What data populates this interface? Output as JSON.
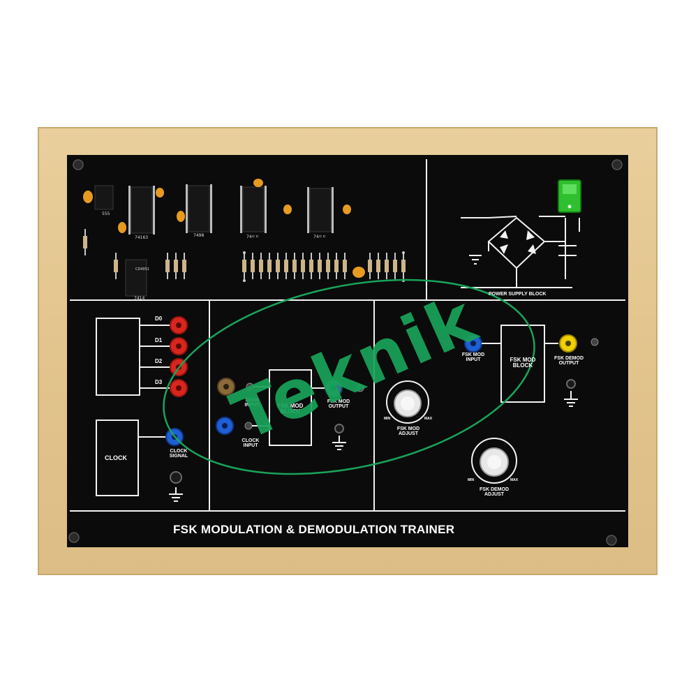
{
  "title": "FSK MODULATION & DEMODULATION TRAINER",
  "watermark": "Teknik",
  "chips": [
    "555",
    "74163",
    "7498",
    "74ㄷㄷ",
    "74ㄷㄷ",
    "7414",
    "CD4051"
  ],
  "power_supply": {
    "label": "POWER SUPPLY BLOCK"
  },
  "data_block": {
    "outputs": [
      "D0",
      "D1",
      "D2",
      "D3"
    ]
  },
  "clock_block": {
    "label": "CLOCK",
    "output_label": "CLOCK SIGNAL"
  },
  "fsk_mod": {
    "block_label": "FSK MOD BLOCK",
    "data_input": "DATA INPUT",
    "clock_input": "CLOCK INPUT",
    "output": "FSK MOD OUTPUT",
    "adjust": "FSK MOD ADJUST",
    "min": "MIN",
    "max": "MAX"
  },
  "fsk_demod": {
    "block_label": "FSK MOD BLOCK",
    "input": "FSK MOD INPUT",
    "output": "FSK DEMOD OUTPUT",
    "adjust": "FSK DEMOD ADJUST",
    "min": "MIN",
    "max": "MAX"
  },
  "colors": {
    "frame": "#e2c48d",
    "panel": "#0b0b0b",
    "socket_red": "#d8261f",
    "socket_blue": "#1f5fd6",
    "socket_yellow": "#f0d000",
    "socket_brown": "#8a6a3a",
    "switch_green": "#2fbf2f",
    "watermark_green": "#19a35a"
  }
}
